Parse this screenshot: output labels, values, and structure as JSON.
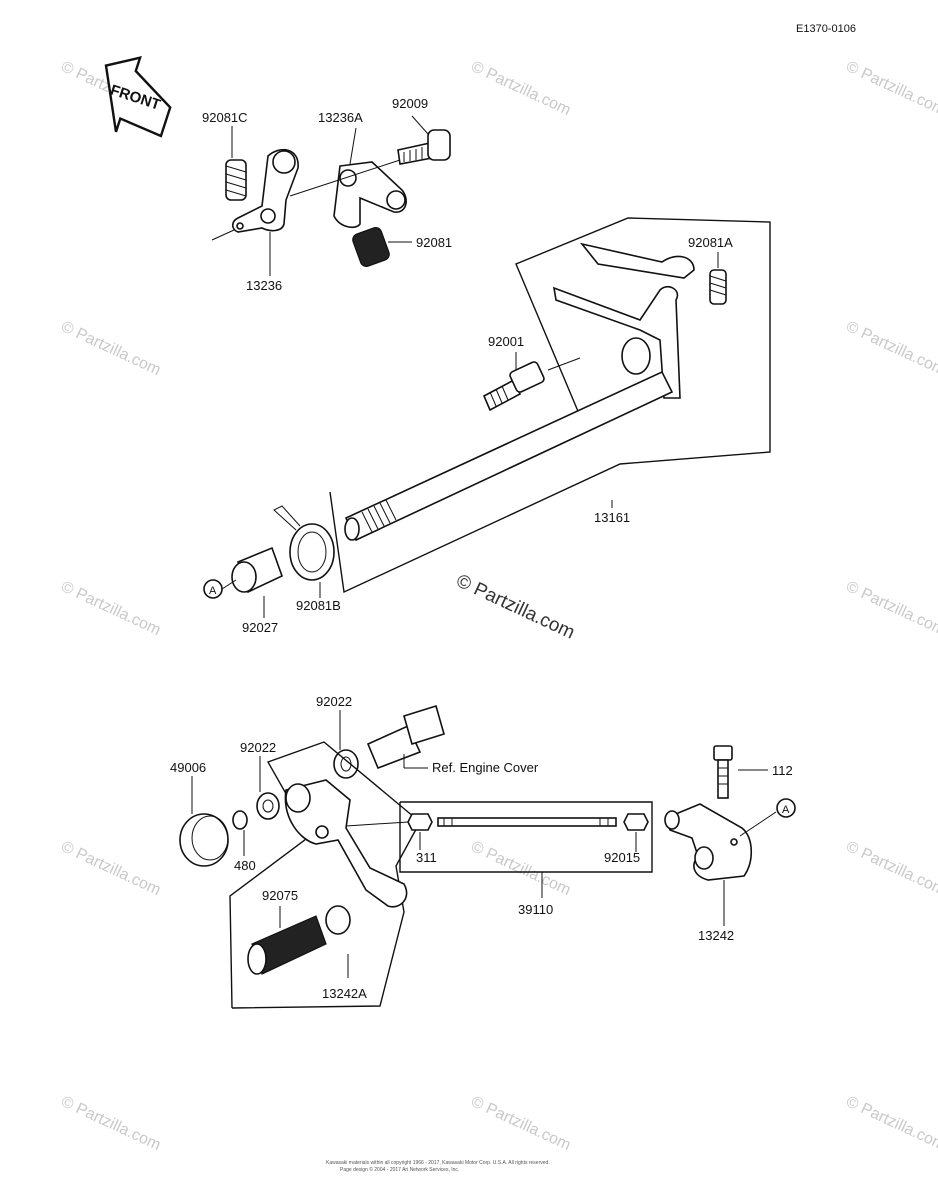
{
  "diagram": {
    "code": "E1370-0106",
    "front_label": "FRONT",
    "ref_label": "Ref.  Engine Cover",
    "marker": "A",
    "parts": [
      {
        "id": "p92081C",
        "label": "92081C"
      },
      {
        "id": "p13236A",
        "label": "13236A"
      },
      {
        "id": "p92009",
        "label": "92009"
      },
      {
        "id": "p92081",
        "label": "92081"
      },
      {
        "id": "p13236",
        "label": "13236"
      },
      {
        "id": "p92081A",
        "label": "92081A"
      },
      {
        "id": "p92001",
        "label": "92001"
      },
      {
        "id": "p13161",
        "label": "13161"
      },
      {
        "id": "p92027",
        "label": "92027"
      },
      {
        "id": "p92081B",
        "label": "92081B"
      },
      {
        "id": "p92022a",
        "label": "92022"
      },
      {
        "id": "p92022b",
        "label": "92022"
      },
      {
        "id": "p49006",
        "label": "49006"
      },
      {
        "id": "p112",
        "label": "112"
      },
      {
        "id": "p480",
        "label": "480"
      },
      {
        "id": "p311",
        "label": "311"
      },
      {
        "id": "p92015",
        "label": "92015"
      },
      {
        "id": "p39110",
        "label": "39110"
      },
      {
        "id": "p13242",
        "label": "13242"
      },
      {
        "id": "p92075",
        "label": "92075"
      },
      {
        "id": "p13242A",
        "label": "13242A"
      }
    ]
  },
  "watermark": {
    "text": "© Partzilla.com",
    "center_text": "© Partzilla.com"
  },
  "footer": {
    "line1": "Kawasaki materials within all copyright 1966 - 2017, Kawasaki Motor Corp. U.S.A.  All rights reserved.",
    "line2": "Page design © 2004 - 2017 Ari Network Services, Inc."
  }
}
